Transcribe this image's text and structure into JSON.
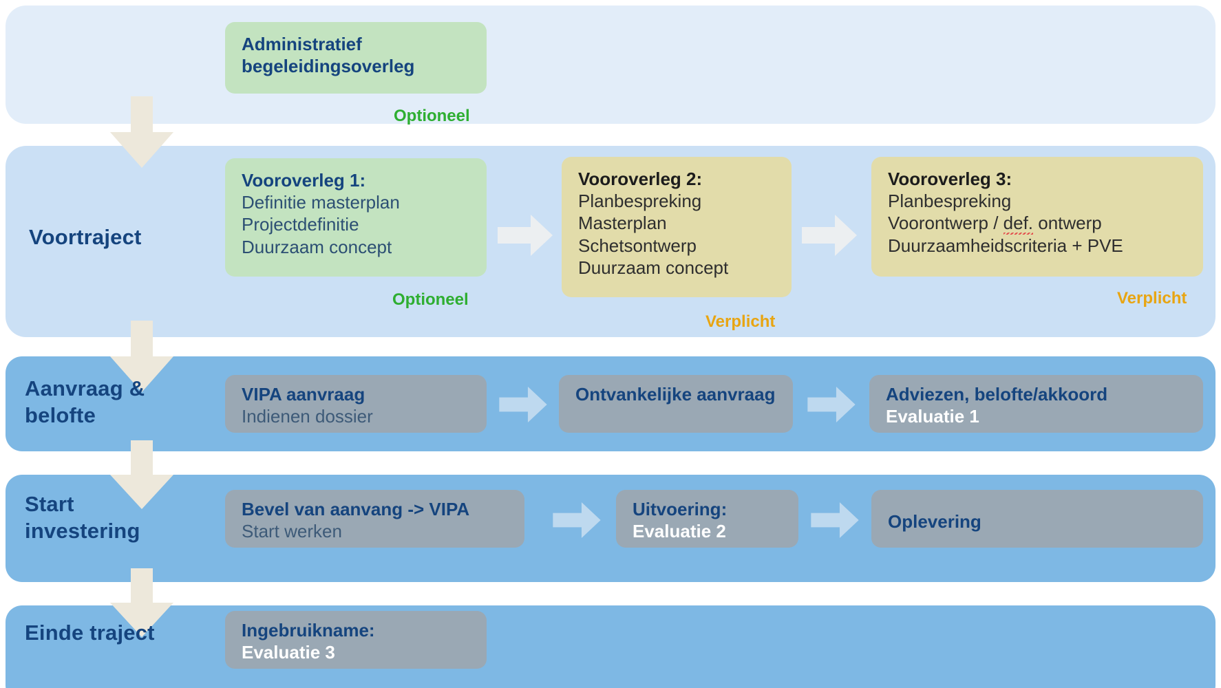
{
  "diagram": {
    "title": "VIPA traject stappenplan",
    "colors": {
      "band_light": "#e2edf9",
      "band_mid": "#cbe0f5",
      "band_dark": "#7eb8e4",
      "box_green": "#c3e3c0",
      "box_khaki": "#e2dcaa",
      "box_gray": "#9aa8b4",
      "text_navy": "#15447e",
      "tag_optional": "#2eae31",
      "tag_mandatory": "#e8a512",
      "arrow_cream": "#ede8db",
      "arrow_light": "#bed9ef"
    },
    "rows": [
      {
        "id": "row-administratief",
        "phase_label": "",
        "boxes": [
          {
            "id": "administratief-begeleidingsoverleg",
            "style": "green",
            "title": "Administratief\nbegeleidingsoverleg",
            "lines": [],
            "eval": ""
          }
        ],
        "tags": [
          {
            "id": "tag-optioneel-admin",
            "text": "Optioneel",
            "kind": "optional"
          }
        ]
      },
      {
        "id": "row-voortraject",
        "phase_label": "Voortraject",
        "boxes": [
          {
            "id": "vooroverleg-1",
            "style": "green",
            "title": "Vooroverleg 1:",
            "lines": [
              "Definitie masterplan",
              "Projectdefinitie",
              "Duurzaam concept"
            ],
            "eval": ""
          },
          {
            "id": "vooroverleg-2",
            "style": "khaki",
            "title": "Vooroverleg 2:",
            "lines": [
              "Planbespreking",
              "Masterplan",
              "Schetsontwerp",
              "Duurzaam concept"
            ],
            "eval": ""
          },
          {
            "id": "vooroverleg-3",
            "style": "khaki",
            "title": "Vooroverleg 3:",
            "lines": [
              "Planbespreking",
              "Voorontwerp / def. ontwerp",
              "Duurzaamheidscriteria + PVE"
            ],
            "eval": ""
          }
        ],
        "tags": [
          {
            "id": "tag-optioneel-vo1",
            "text": "Optioneel",
            "kind": "optional"
          },
          {
            "id": "tag-verplicht-vo2",
            "text": "Verplicht",
            "kind": "mandatory"
          },
          {
            "id": "tag-verplicht-vo3",
            "text": "Verplicht",
            "kind": "mandatory"
          }
        ]
      },
      {
        "id": "row-aanvraag-belofte",
        "phase_label": "Aanvraag &\nbelofte",
        "boxes": [
          {
            "id": "vipa-aanvraag",
            "style": "gray",
            "title": "VIPA aanvraag",
            "lines": [
              "Indienen dossier"
            ],
            "eval": ""
          },
          {
            "id": "ontvankelijke-aanvraag",
            "style": "gray",
            "title": "Ontvankelijke\naanvraag",
            "lines": [],
            "eval": ""
          },
          {
            "id": "adviezen-belofte-akkoord",
            "style": "gray",
            "title": "Adviezen, belofte/akkoord",
            "lines": [],
            "eval": "Evaluatie 1"
          }
        ],
        "tags": []
      },
      {
        "id": "row-start-investering",
        "phase_label": "Start\ninvestering",
        "boxes": [
          {
            "id": "bevel-van-aanvang",
            "style": "gray",
            "title": "Bevel van aanvang -> VIPA",
            "lines": [
              "Start werken"
            ],
            "eval": ""
          },
          {
            "id": "uitvoering",
            "style": "gray",
            "title": "Uitvoering:",
            "lines": [],
            "eval": "Evaluatie 2"
          },
          {
            "id": "oplevering",
            "style": "gray",
            "title": "Oplevering",
            "lines": [],
            "eval": ""
          }
        ],
        "tags": []
      },
      {
        "id": "row-einde-traject",
        "phase_label": "Einde traject",
        "boxes": [
          {
            "id": "ingebruikname",
            "style": "gray",
            "title": "Ingebruikname:",
            "lines": [],
            "eval": "Evaluatie 3"
          }
        ],
        "tags": []
      }
    ],
    "arrows": {
      "down": [
        "down-arrow-1",
        "down-arrow-2",
        "down-arrow-3",
        "down-arrow-4"
      ],
      "right": [
        "right-arrow-vo1-vo2",
        "right-arrow-vo2-vo3",
        "right-arrow-aanvraag-1",
        "right-arrow-aanvraag-2",
        "right-arrow-start-1",
        "right-arrow-start-2"
      ]
    }
  }
}
